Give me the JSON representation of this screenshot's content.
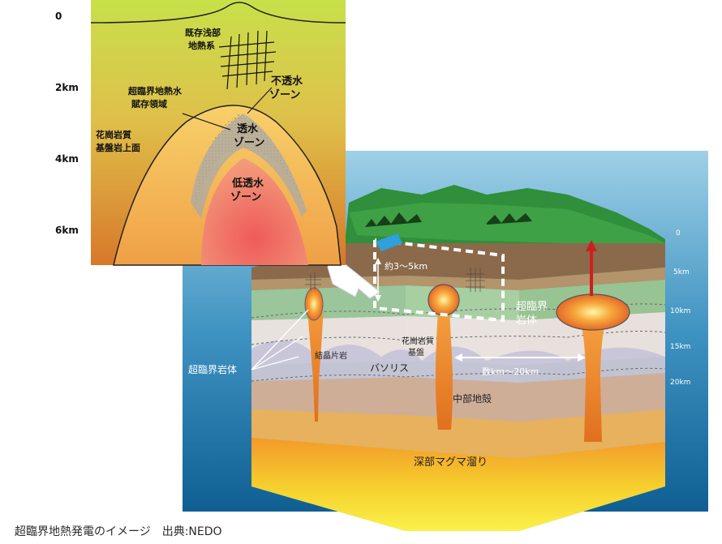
{
  "inset": {
    "depth_ticks": [
      "0",
      "2km",
      "4km",
      "6km"
    ],
    "labels": {
      "existing_shallow": [
        "既存浅部",
        "地熱系"
      ],
      "supercritical_zone": [
        "超臨界地熱水",
        "賦存領域"
      ],
      "impermeable": [
        "不透水",
        "ゾーン"
      ],
      "permeable": [
        "透水",
        "ゾーン"
      ],
      "low_permeable": [
        "低透水",
        "ゾーン"
      ],
      "granite_top": [
        "花崗岩質",
        "基盤岩上面"
      ]
    }
  },
  "block": {
    "depth_ticks": [
      "0",
      "5km",
      "10km",
      "15km",
      "20km"
    ],
    "labels": {
      "about_depth": "約3～5km",
      "supercritical_body_right": [
        "超臨界",
        "岩体"
      ],
      "supercritical_body_left": "超臨界岩体",
      "crystalline_schist": "結晶片岩",
      "granite_basement": [
        "花崗岩質",
        "基盤"
      ],
      "batholith": "バソリス",
      "spacing": "数km～20km",
      "middle_crust": "中部地殻",
      "deep_magma": "深部マグマ溜り"
    }
  },
  "caption": "超臨界地熱発電のイメージ　出典:NEDO"
}
